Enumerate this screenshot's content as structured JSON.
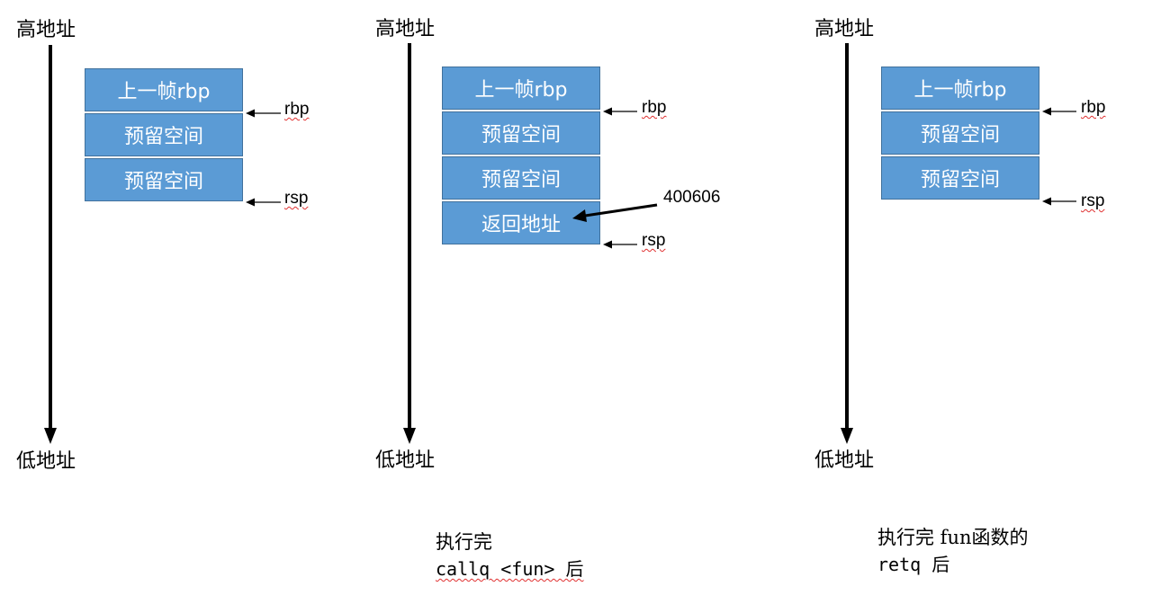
{
  "panels": [
    {
      "high_label": "高地址",
      "low_label": "低地址",
      "cells": [
        "上一帧rbp",
        "预留空间",
        "预留空间"
      ],
      "pointers": [
        {
          "label": "rbp",
          "at_boundary": 1
        },
        {
          "label": "rsp",
          "at_boundary": 3
        }
      ],
      "caption": []
    },
    {
      "high_label": "高地址",
      "low_label": "低地址",
      "cells": [
        "上一帧rbp",
        "预留空间",
        "预留空间",
        "返回地址"
      ],
      "pointers": [
        {
          "label": "rbp",
          "at_boundary": 1
        },
        {
          "label": "rsp",
          "at_boundary": 4
        }
      ],
      "annotation": {
        "label": "400606",
        "target_cell": 3
      },
      "caption": [
        "执行完",
        "callq <fun> 后"
      ]
    },
    {
      "high_label": "高地址",
      "low_label": "低地址",
      "cells": [
        "上一帧rbp",
        "预留空间",
        "预留空间"
      ],
      "pointers": [
        {
          "label": "rbp",
          "at_boundary": 1
        },
        {
          "label": "rsp",
          "at_boundary": 3
        }
      ],
      "caption": [
        "执行完 fun函数的",
        "retq 后"
      ]
    }
  ]
}
